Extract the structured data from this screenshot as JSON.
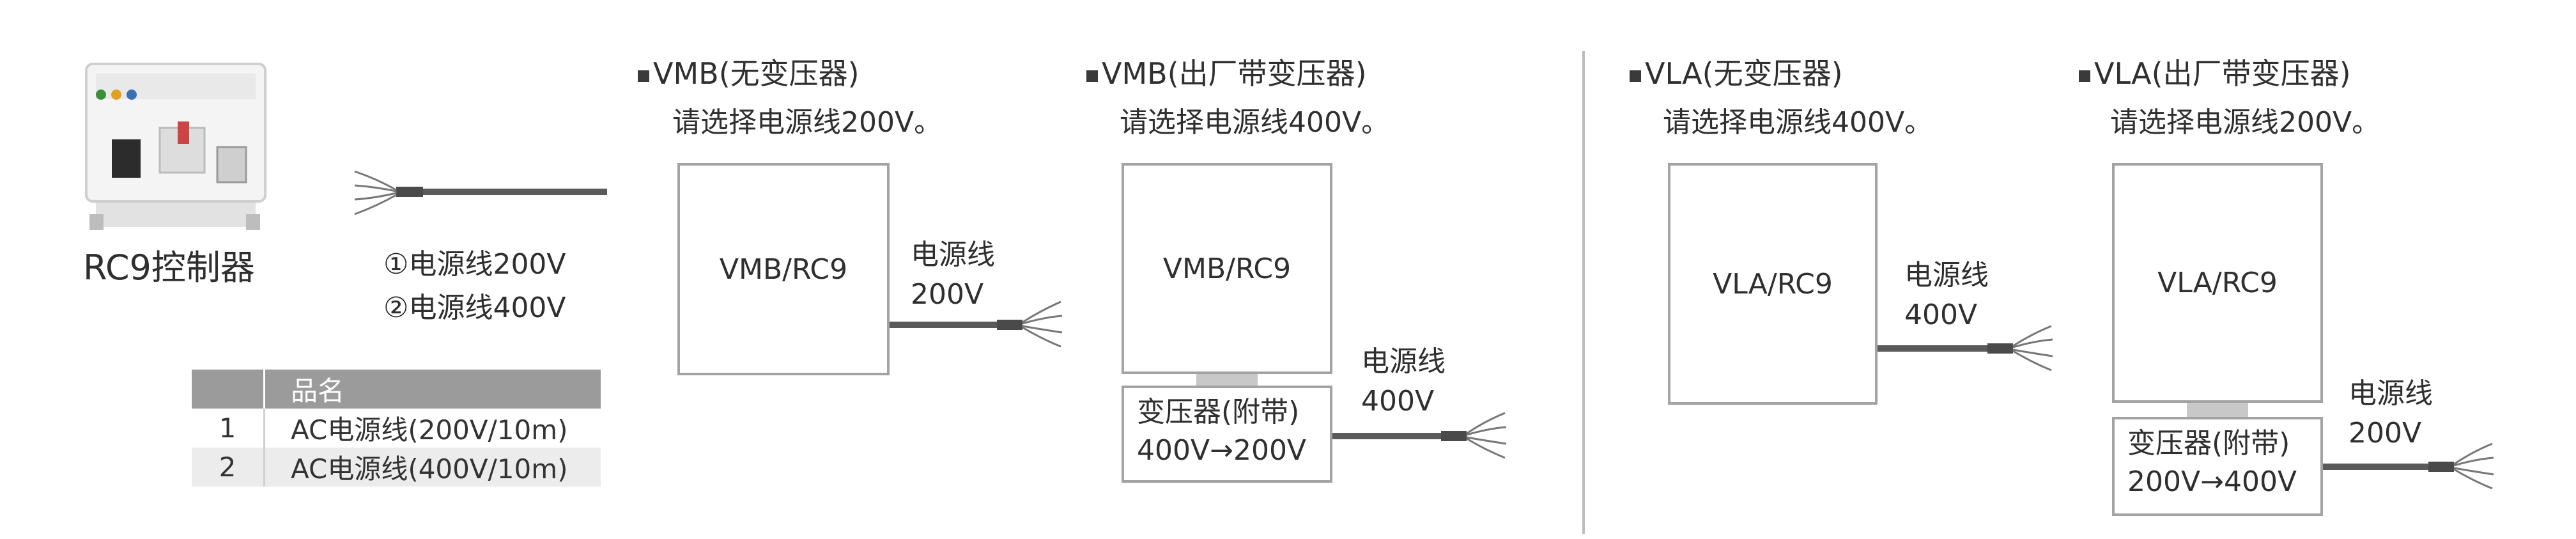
{
  "controller": {
    "label": "RC9控制器",
    "cable_options": [
      "①电源线200V",
      "②电源线400V"
    ]
  },
  "parts_table": {
    "header": "品名",
    "rows": [
      {
        "no": "1",
        "name": "AC电源线(200V/10m)"
      },
      {
        "no": "2",
        "name": "AC电源线(400V/10m)"
      }
    ]
  },
  "configs": [
    {
      "title": "VMB(无变压器)",
      "subtitle": "请选择电源线200V。",
      "unit": "VMB/RC9",
      "cable_lines": [
        "电源线",
        "200V"
      ]
    },
    {
      "title": "VMB(出厂带变压器)",
      "subtitle": "请选择电源线400V。",
      "unit": "VMB/RC9",
      "transformer_lines": [
        "变压器(附带)",
        "400V→200V"
      ],
      "cable_lines": [
        "电源线",
        "400V"
      ]
    },
    {
      "title": "VLA(无变压器)",
      "subtitle": "请选择电源线400V。",
      "unit": "VLA/RC9",
      "cable_lines": [
        "电源线",
        "400V"
      ]
    },
    {
      "title": "VLA(出厂带变压器)",
      "subtitle": "请选择电源线200V。",
      "unit": "VLA/RC9",
      "transformer_lines": [
        "变压器(附带)",
        "200V→400V"
      ],
      "cable_lines": [
        "电源线",
        "200V"
      ]
    }
  ],
  "colors": {
    "box_border": "#a3a3a3",
    "cable": "#5a5a5a",
    "table_header": "#9b9b9b",
    "table_shade": "#ececec",
    "divider": "#bdbdbd"
  },
  "icons": [
    "controller-image",
    "cable-plug-icon",
    "wire-ends-icon"
  ]
}
